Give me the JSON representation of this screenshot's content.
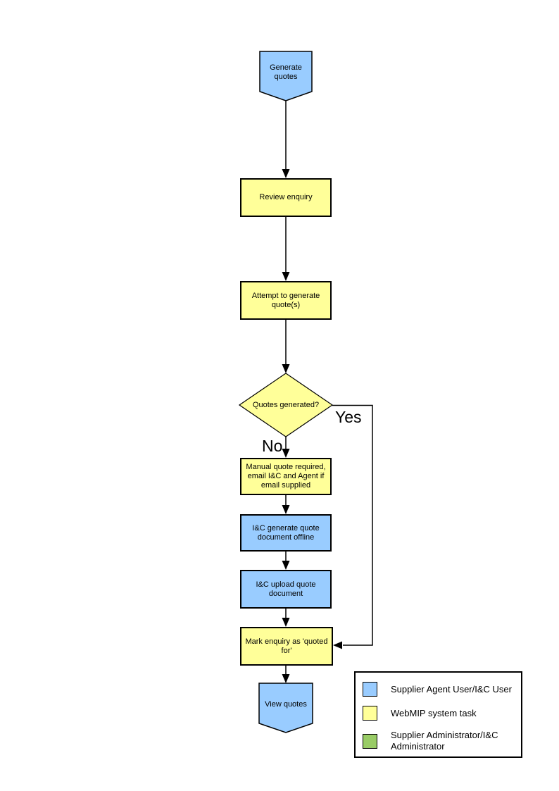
{
  "diagram": {
    "nodes": [
      {
        "id": "generate-quotes",
        "shape": "off-page-connector",
        "label": "Generate quotes",
        "fill": "#99CCFF"
      },
      {
        "id": "review-enquiry",
        "shape": "process",
        "label": "Review enquiry",
        "fill": "#FFFF99"
      },
      {
        "id": "attempt-generate",
        "shape": "process",
        "label": "Attempt to generate quote(s)",
        "fill": "#FFFF99"
      },
      {
        "id": "quotes-generated",
        "shape": "decision",
        "label": "Quotes generated?",
        "fill": "#FFFF99"
      },
      {
        "id": "manual-quote",
        "shape": "process",
        "label": "Manual quote required, email I&C and Agent if email supplied",
        "fill": "#FFFF99"
      },
      {
        "id": "ic-generate-offline",
        "shape": "process",
        "label": "I&C generate quote document offline",
        "fill": "#99CCFF"
      },
      {
        "id": "ic-upload",
        "shape": "process",
        "label": "I&C upload quote document",
        "fill": "#99CCFF"
      },
      {
        "id": "mark-quoted-for",
        "shape": "process",
        "label": "Mark enquiry as 'quoted for'",
        "fill": "#FFFF99"
      },
      {
        "id": "view-quotes",
        "shape": "off-page-connector",
        "label": "View quotes",
        "fill": "#99CCFF"
      }
    ],
    "edge_labels": {
      "yes": "Yes",
      "no": "No"
    },
    "legend": {
      "items": [
        {
          "swatch": "#99CCFF",
          "label": "Supplier Agent User/I&C User"
        },
        {
          "swatch": "#FFFF99",
          "label": "WebMIP system task"
        },
        {
          "swatch": "#99CC66",
          "label": "Supplier Administrator/I&C Administrator"
        }
      ]
    },
    "colors": {
      "node_blue": "#99CCFF",
      "node_yellow": "#FFFF99",
      "legend_green": "#99CC66",
      "line": "#000000"
    }
  }
}
